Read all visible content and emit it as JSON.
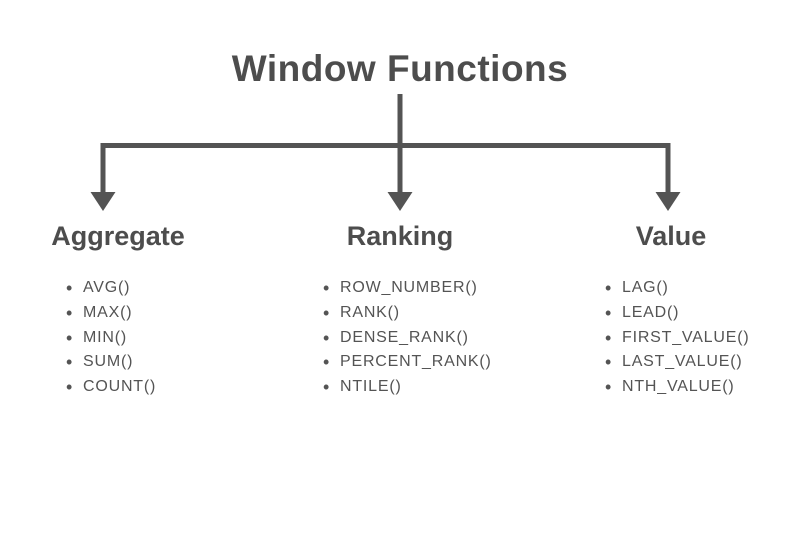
{
  "title": "Window Functions",
  "colors": {
    "title_text": "#4d4d4d",
    "heading_text": "#4d4d4d",
    "list_text": "#545454",
    "connector_line": "#545454",
    "background": "#ffffff"
  },
  "columns": [
    {
      "heading": "Aggregate",
      "items": [
        "AVG()",
        "MAX()",
        "MIN()",
        "SUM()",
        "COUNT()"
      ]
    },
    {
      "heading": "Ranking",
      "items": [
        "ROW_NUMBER()",
        "RANK()",
        "DENSE_RANK()",
        "PERCENT_RANK()",
        "NTILE()"
      ]
    },
    {
      "heading": "Value",
      "items": [
        "LAG()",
        "LEAD()",
        "FIRST_VALUE()",
        "LAST_VALUE()",
        "NTH_VALUE()"
      ]
    }
  ]
}
